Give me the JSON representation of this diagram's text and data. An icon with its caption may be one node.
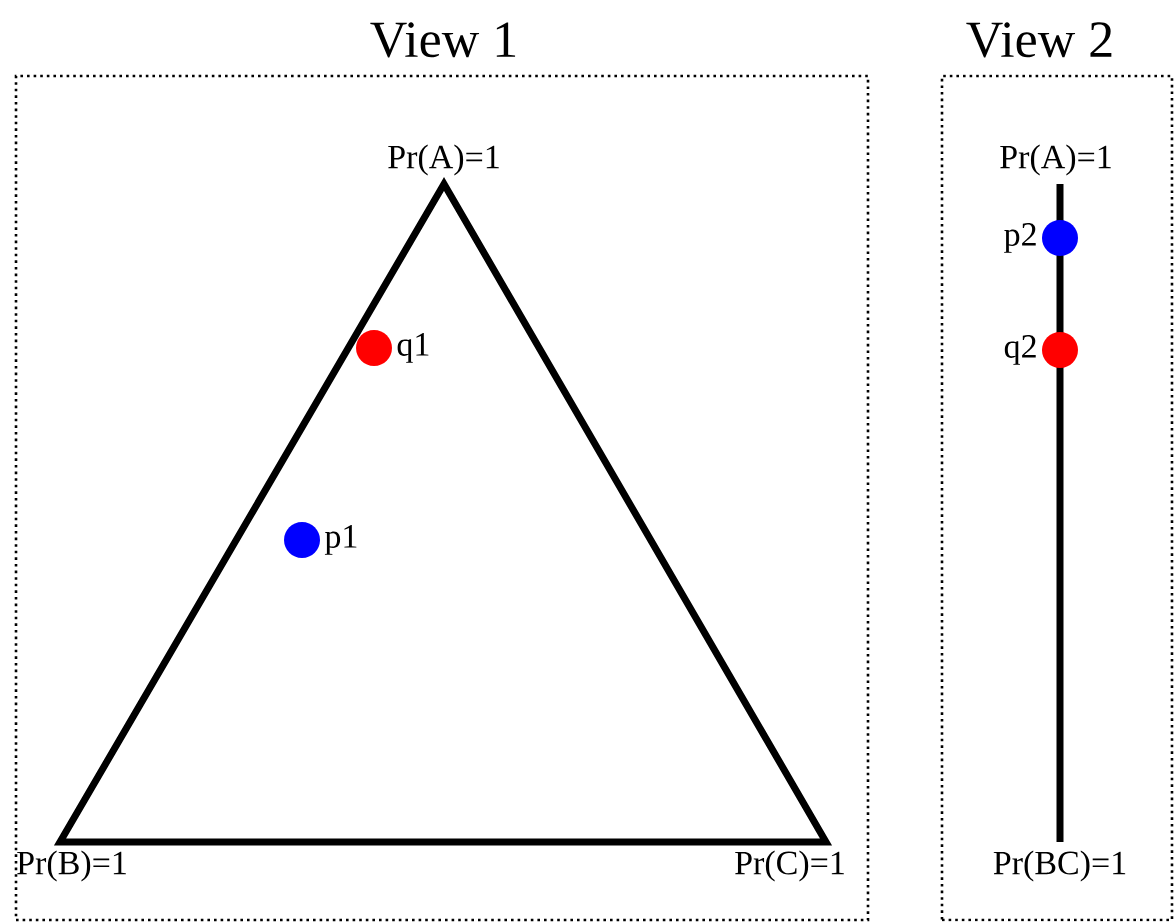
{
  "diagram": {
    "nodes": [
      {
        "text": [
          "View 1"
        ]
      },
      {
        "text": [
          "View 2"
        ]
      },
      {
        "text": [],
        "shape": "circle",
        "in": 0,
        "beside": [
          "q1"
        ]
      },
      {
        "text": [],
        "shape": "circle",
        "in": 0,
        "beside": [
          "p1"
        ]
      },
      {
        "text": [],
        "shape": "circle",
        "in": 1,
        "beside": [
          "p2"
        ]
      },
      {
        "text": [],
        "shape": "circle",
        "in": 1,
        "beside": [
          "q2"
        ]
      }
    ],
    "labels": [
      "Pr(A)=1",
      "Pr(B)=1",
      "Pr(C)=1",
      "Pr(A)=1",
      "Pr(BC)=1"
    ]
  }
}
